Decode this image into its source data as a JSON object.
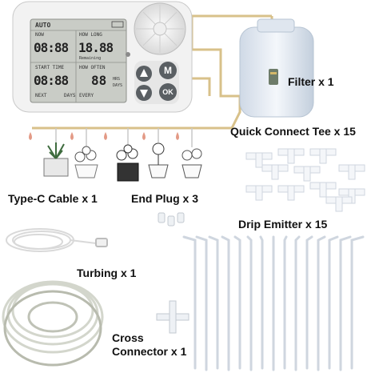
{
  "controller": {
    "auto_label": "AUTO",
    "now_label": "NOW",
    "how_long_label": "HOW LONG",
    "now_time": "08:88",
    "how_long_value": "18.88",
    "remaining_label": "Remaining",
    "start_time_label": "START TIME",
    "how_often_label": "HOW OFTEN",
    "start_time_value": "08:88",
    "how_often_value": "88",
    "hrs_label": "HRS",
    "days_label": "DAYS",
    "next_label": "NEXT",
    "days_label_2": "DAYS",
    "every_label": "EVERY",
    "m_button": "M",
    "ok_button": "OK",
    "up_icon": "triangle-up-icon",
    "down_icon": "triangle-down-icon"
  },
  "labels": {
    "filter": "Filter x 1",
    "quick_connect_tee": "Quick Connect Tee x 15",
    "type_c_cable": "Type-C Cable x 1",
    "end_plug": "End Plug x 3",
    "drip_emitter": "Drip Emitter x 15",
    "turbing": "Turbing x 1",
    "cross_connector_line1": "Cross",
    "cross_connector_line2": "Connector x 1"
  },
  "colors": {
    "tube": "#d8c18a",
    "device": "#f2f2f2",
    "lcd": "#c9ccc6",
    "button": "#5a5f63"
  }
}
